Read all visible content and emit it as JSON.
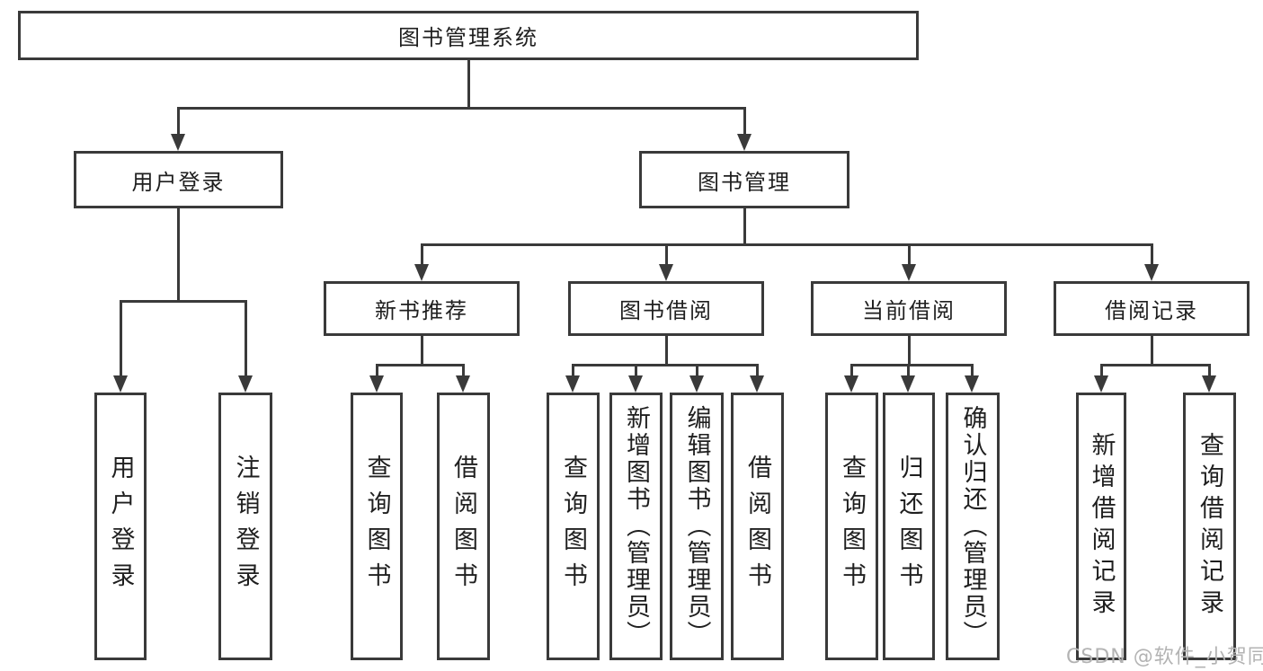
{
  "diagram": {
    "title": "图书管理系统",
    "level2": {
      "user_login": "用户登录",
      "book_mgmt": "图书管理"
    },
    "level3": {
      "new_books": "新书推荐",
      "book_borrow": "图书借阅",
      "current_borrow": "当前借阅",
      "borrow_records": "借阅记录"
    },
    "leaves": {
      "user_login": [
        "用户登录",
        "注销登录"
      ],
      "new_books": [
        "查询图书",
        "借阅图书"
      ],
      "book_borrow": [
        "查询图书",
        "新增图书（管理员）",
        "编辑图书（管理员）",
        "借阅图书"
      ],
      "current_borrow": [
        "查询图书",
        "归还图书",
        "确认归还（管理员）"
      ],
      "borrow_records": [
        "新增借阅记录",
        "查询借阅记录"
      ]
    },
    "colors": {
      "line": "#3a3a3a",
      "text": "#1f1f1f",
      "background": "#ffffff",
      "watermark": "#b3b3b3"
    }
  },
  "watermark": "CSDN @软件_小贺同学"
}
